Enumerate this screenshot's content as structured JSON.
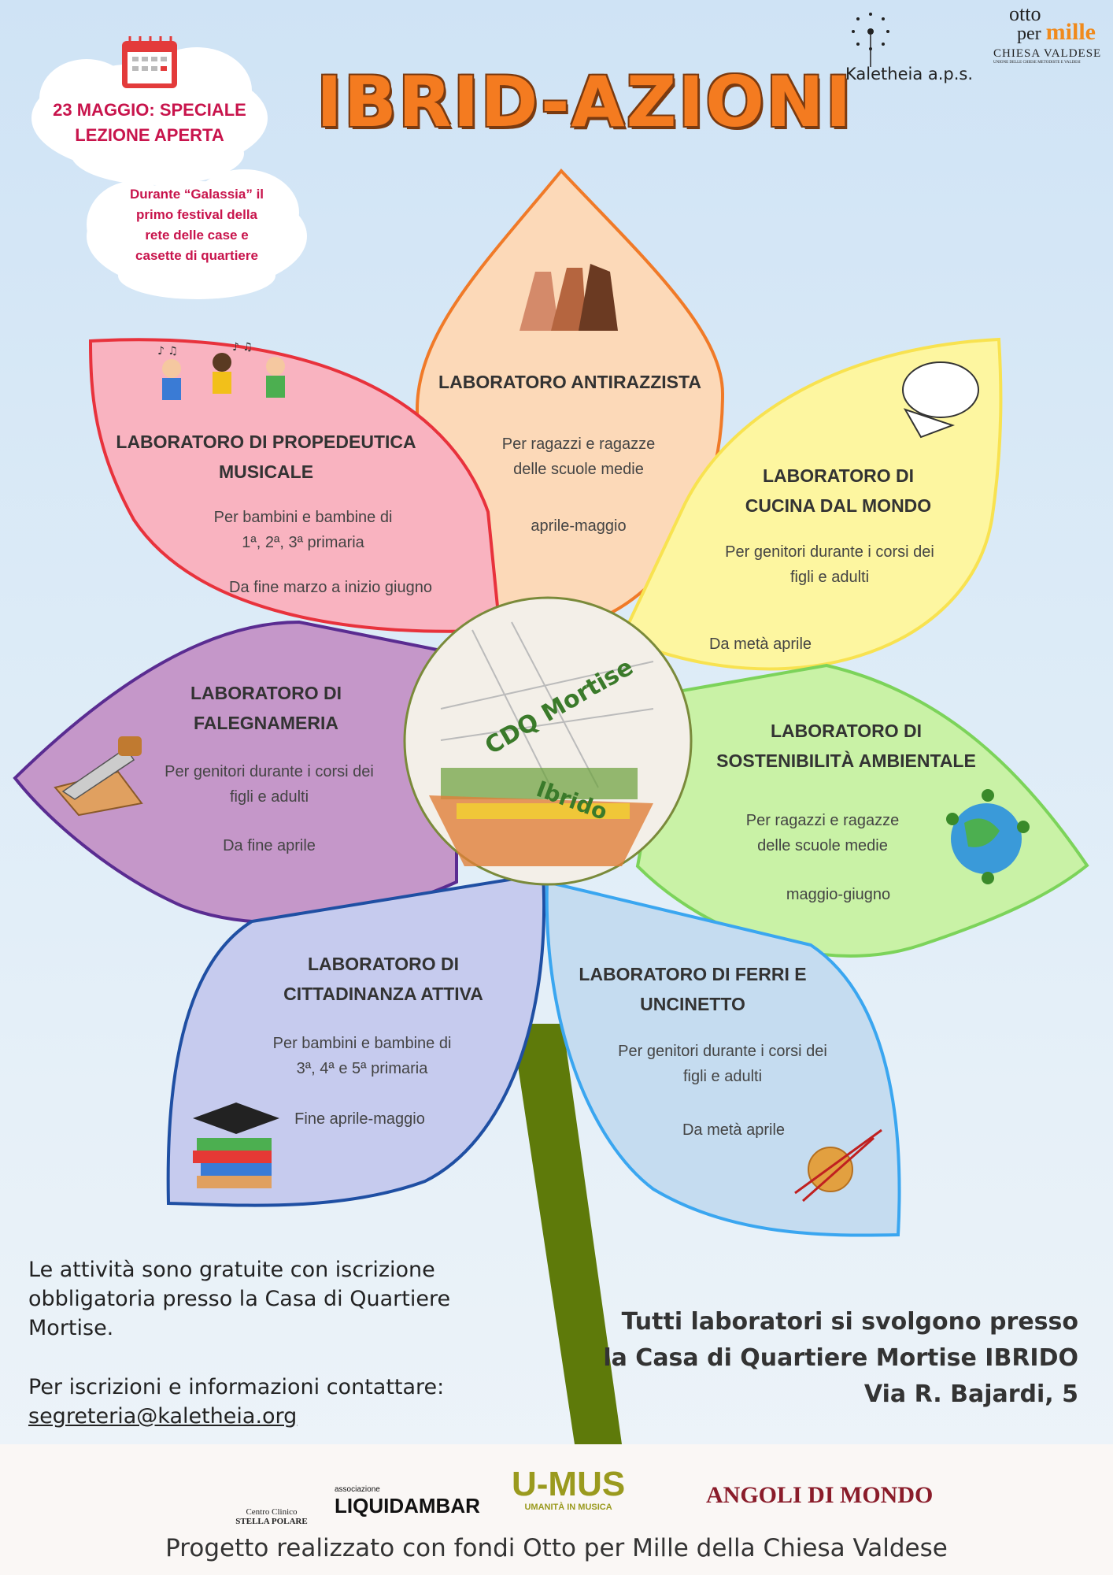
{
  "header": {
    "title": "IBRID-AZIONI",
    "logo_kaletheia": "Kaletheia a.p.s.",
    "logo_ottopermille": {
      "line1": "otto",
      "line2": "per",
      "line3": "mille",
      "sub": "CHIESA VALDESE",
      "tiny": "UNIONE DELLE CHIESE METODISTE E VALDESI"
    }
  },
  "event": {
    "headline": [
      "23 MAGGIO: SPECIALE",
      "LEZIONE APERTA"
    ],
    "details": [
      "Durante “Galassia” il",
      "primo festival della",
      "rete delle case e",
      "casette di quartiere"
    ]
  },
  "center": {
    "line1": "CDQ Mortise",
    "line2": "Ibrido"
  },
  "petals": {
    "musicale": {
      "title": [
        "LABORATORO DI PROPEDEUTICA",
        "MUSICALE"
      ],
      "desc": [
        "Per bambini e bambine di",
        "1ª, 2ª, 3ª primaria"
      ],
      "date": "Da fine marzo a inizio giugno"
    },
    "antirazzista": {
      "title": [
        "LABORATORO ANTIRAZZISTA"
      ],
      "desc": [
        "Per ragazzi e ragazze",
        "delle scuole medie"
      ],
      "date": "aprile-maggio"
    },
    "cucina": {
      "title": [
        "LABORATORO DI",
        "CUCINA DAL MONDO"
      ],
      "desc": [
        "Per genitori durante i corsi dei",
        "figli e adulti"
      ],
      "date": "Da metà aprile"
    },
    "falegnameria": {
      "title": [
        "LABORATORO DI",
        "FALEGNAMERIA"
      ],
      "desc": [
        "Per genitori durante i corsi dei",
        "figli e adulti"
      ],
      "date": "Da fine aprile"
    },
    "sostenibilita": {
      "title": [
        "LABORATORO DI",
        "SOSTENIBILITÀ AMBIENTALE"
      ],
      "desc": [
        "Per ragazzi e ragazze",
        "delle scuole medie"
      ],
      "date": "maggio-giugno"
    },
    "cittadinanza": {
      "title": [
        "LABORATORO DI",
        "CITTADINANZA ATTIVA"
      ],
      "desc": [
        "Per bambini e bambine di",
        "3ª, 4ª e 5ª primaria"
      ],
      "date": "Fine aprile-maggio"
    },
    "ferri": {
      "title": [
        "LABORATORO DI FERRI E",
        "UNCINETTO"
      ],
      "desc": [
        "Per genitori durante i corsi dei",
        "figli e adulti"
      ],
      "date": "Da metà aprile"
    }
  },
  "info": {
    "lines": [
      "Le attività sono gratuite con iscrizione",
      "obbligatoria presso la Casa di Quartiere",
      "Mortise."
    ],
    "contact_label": "Per iscrizioni e informazioni contattare:",
    "email": "segreteria@kaletheia.org"
  },
  "location": [
    "Tutti laboratori si svolgono presso",
    "la Casa di Quartiere Mortise IBRIDO",
    "Via R. Bajardi, 5"
  ],
  "footer": {
    "partners": [
      {
        "name": "Centro Clinico",
        "sub": "STELLA POLARE"
      },
      {
        "name": "associazione",
        "sub": "LIQUIDAMBAR"
      },
      {
        "name": "U-MUS",
        "sub": "UMANITÀ IN MUSICA"
      },
      {
        "name": "ANGOLI DI MONDO"
      }
    ],
    "caption": "Progetto realizzato con fondi Otto per Mille della Chiesa Valdese"
  },
  "colors": {
    "title": "#f47b20",
    "stem": "#5e7a0a",
    "cloud_text": "#c8144c"
  }
}
